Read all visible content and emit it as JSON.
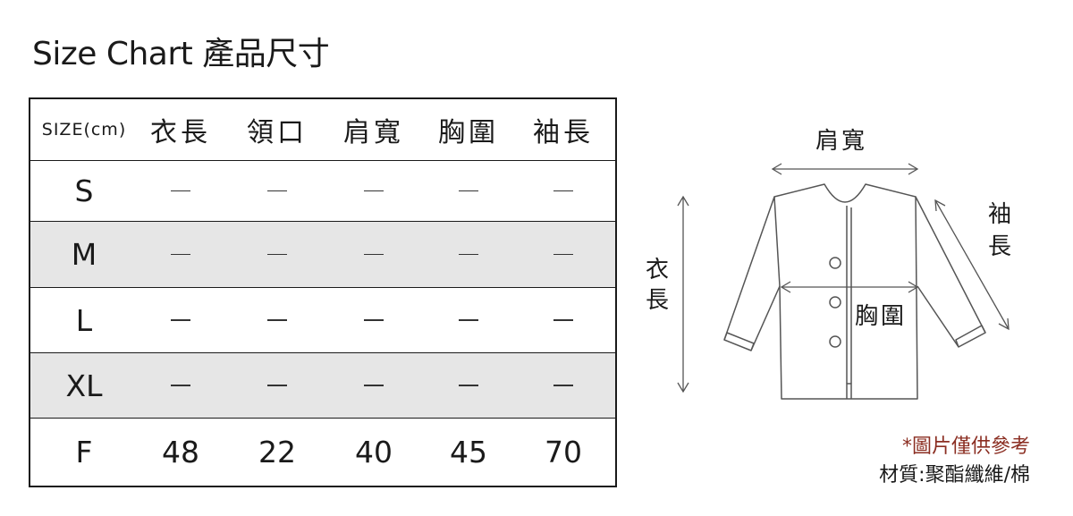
{
  "title": "Size Chart 產品尺寸",
  "table": {
    "headers": [
      "SIZE(cm)",
      "衣長",
      "領口",
      "肩寬",
      "胸圍",
      "袖長"
    ],
    "rows": [
      {
        "size": "S",
        "values": [
          "—",
          "—",
          "—",
          "—",
          "—"
        ],
        "shaded": false
      },
      {
        "size": "M",
        "values": [
          "—",
          "—",
          "—",
          "—",
          "—"
        ],
        "shaded": true
      },
      {
        "size": "L",
        "values": [
          "—",
          "—",
          "—",
          "—",
          "—"
        ],
        "shaded": false
      },
      {
        "size": "XL",
        "values": [
          "—",
          "—",
          "—",
          "—",
          "—"
        ],
        "shaded": true
      },
      {
        "size": "F",
        "values": [
          "48",
          "22",
          "40",
          "45",
          "70"
        ],
        "shaded": false
      }
    ]
  },
  "diagram": {
    "labels": {
      "shoulder": "肩寬",
      "length": "衣長",
      "sleeve": "袖長",
      "chest": "胸圍"
    }
  },
  "notes": {
    "disclaimer": "*圖片僅供參考",
    "material": "材質:聚酯纖維/棉"
  },
  "colors": {
    "border": "#1a1a1a",
    "shaded_row": "#e6e6e6",
    "disclaimer": "#8b2e22",
    "garment_stroke": "#555555"
  }
}
